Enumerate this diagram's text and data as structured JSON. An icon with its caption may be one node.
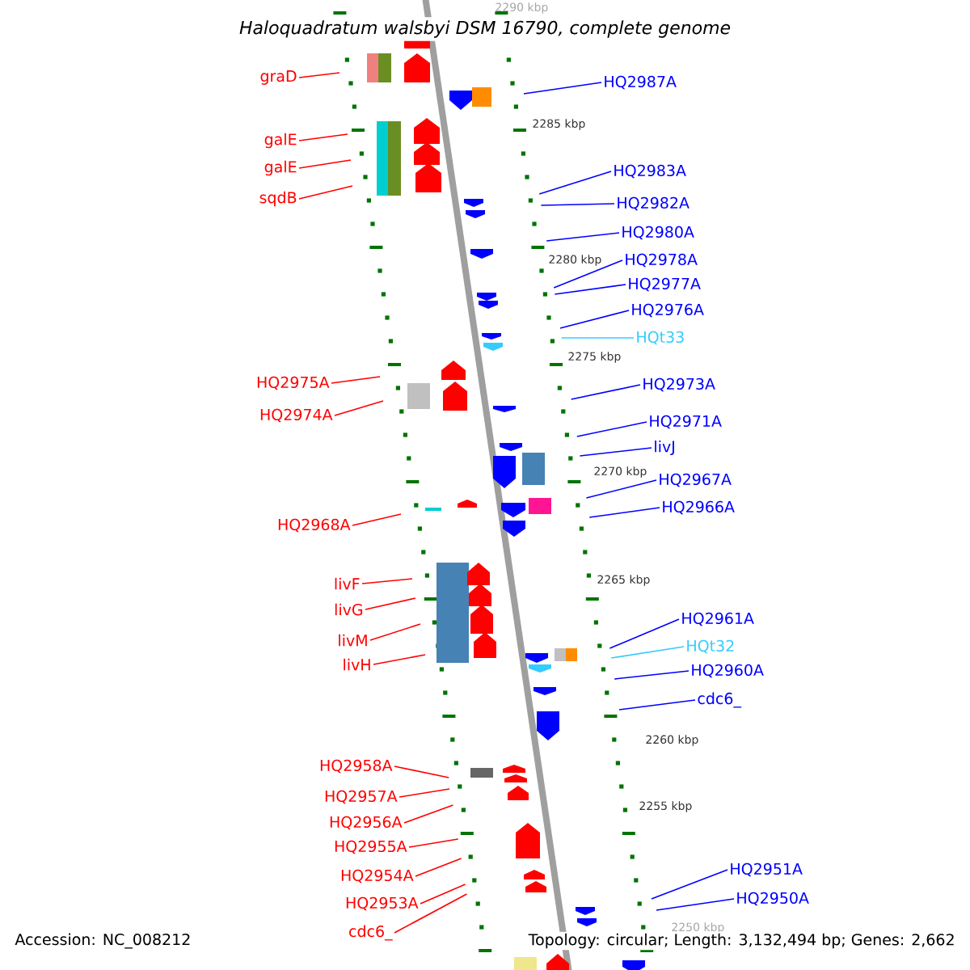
{
  "diagram": {
    "title": "Haloquadratum walsbyi DSM 16790, complete genome",
    "nodes": [
      {
        "text": [
          "graD"
        ]
      },
      {
        "text": [
          "galE"
        ]
      },
      {
        "text": [
          "galE"
        ]
      },
      {
        "text": [
          "sqdB"
        ]
      },
      {
        "text": [
          "HQ2975A"
        ]
      },
      {
        "text": [
          "HQ2974A"
        ]
      },
      {
        "text": [
          "HQ2968A"
        ]
      },
      {
        "text": [
          "livF"
        ]
      },
      {
        "text": [
          "livG"
        ]
      },
      {
        "text": [
          "livM"
        ]
      },
      {
        "text": [
          "livH"
        ]
      },
      {
        "text": [
          "HQ2958A"
        ]
      },
      {
        "text": [
          "HQ2957A"
        ]
      },
      {
        "text": [
          "HQ2956A"
        ]
      },
      {
        "text": [
          "HQ2955A"
        ]
      },
      {
        "text": [
          "HQ2954A"
        ]
      },
      {
        "text": [
          "HQ2953A"
        ]
      },
      {
        "text": [
          "cdc6_"
        ]
      },
      {
        "text": [
          "HQ2987A"
        ]
      },
      {
        "text": [
          "HQ2983A"
        ]
      },
      {
        "text": [
          "HQ2982A"
        ]
      },
      {
        "text": [
          "HQ2980A"
        ]
      },
      {
        "text": [
          "HQ2978A"
        ]
      },
      {
        "text": [
          "HQ2977A"
        ]
      },
      {
        "text": [
          "HQ2976A"
        ]
      },
      {
        "text": [
          "HQt33"
        ]
      },
      {
        "text": [
          "HQ2973A"
        ]
      },
      {
        "text": [
          "HQ2971A"
        ]
      },
      {
        "text": [
          "livJ"
        ]
      },
      {
        "text": [
          "HQ2967A"
        ]
      },
      {
        "text": [
          "HQ2966A"
        ]
      },
      {
        "text": [
          "HQ2961A"
        ]
      },
      {
        "text": [
          "HQt32"
        ]
      },
      {
        "text": [
          "HQ2960A"
        ]
      },
      {
        "text": [
          "cdc6_"
        ]
      },
      {
        "text": [
          "HQ2951A"
        ]
      },
      {
        "text": [
          "HQ2950A"
        ]
      }
    ],
    "edges": [
      {
        "from": 0,
        "to": null,
        "arrow": "none",
        "color": "#ff0000"
      },
      {
        "from": 1,
        "to": null,
        "arrow": "none",
        "color": "#ff0000"
      },
      {
        "from": 2,
        "to": null,
        "arrow": "none",
        "color": "#ff0000"
      },
      {
        "from": 3,
        "to": null,
        "arrow": "none",
        "color": "#ff0000"
      },
      {
        "from": 4,
        "to": null,
        "arrow": "none",
        "color": "#ff0000"
      },
      {
        "from": 5,
        "to": null,
        "arrow": "none",
        "color": "#ff0000"
      },
      {
        "from": 6,
        "to": null,
        "arrow": "none",
        "color": "#ff0000"
      },
      {
        "from": 7,
        "to": null,
        "arrow": "none",
        "color": "#ff0000"
      },
      {
        "from": 8,
        "to": null,
        "arrow": "none",
        "color": "#ff0000"
      },
      {
        "from": 9,
        "to": null,
        "arrow": "none",
        "color": "#ff0000"
      },
      {
        "from": 10,
        "to": null,
        "arrow": "none",
        "color": "#ff0000"
      },
      {
        "from": 11,
        "to": null,
        "arrow": "none",
        "color": "#ff0000"
      },
      {
        "from": 12,
        "to": null,
        "arrow": "none",
        "color": "#ff0000"
      },
      {
        "from": 13,
        "to": null,
        "arrow": "none",
        "color": "#ff0000"
      },
      {
        "from": 14,
        "to": null,
        "arrow": "none",
        "color": "#ff0000"
      },
      {
        "from": 15,
        "to": null,
        "arrow": "none",
        "color": "#ff0000"
      },
      {
        "from": 16,
        "to": null,
        "arrow": "none",
        "color": "#ff0000"
      },
      {
        "from": 17,
        "to": null,
        "arrow": "none",
        "color": "#ff0000"
      },
      {
        "from": 18,
        "to": null,
        "arrow": "none",
        "color": "#0000ff"
      },
      {
        "from": 19,
        "to": null,
        "arrow": "none",
        "color": "#0000ff"
      },
      {
        "from": 20,
        "to": null,
        "arrow": "none",
        "color": "#0000ff"
      },
      {
        "from": 21,
        "to": null,
        "arrow": "none",
        "color": "#0000ff"
      },
      {
        "from": 22,
        "to": null,
        "arrow": "none",
        "color": "#0000ff"
      },
      {
        "from": 23,
        "to": null,
        "arrow": "none",
        "color": "#0000ff"
      },
      {
        "from": 24,
        "to": null,
        "arrow": "none",
        "color": "#0000ff"
      },
      {
        "from": 25,
        "to": null,
        "arrow": "none",
        "color": "#33ccff"
      },
      {
        "from": 26,
        "to": null,
        "arrow": "none",
        "color": "#0000ff"
      },
      {
        "from": 27,
        "to": null,
        "arrow": "none",
        "color": "#0000ff"
      },
      {
        "from": 28,
        "to": null,
        "arrow": "none",
        "color": "#0000ff"
      },
      {
        "from": 29,
        "to": null,
        "arrow": "none",
        "color": "#0000ff"
      },
      {
        "from": 30,
        "to": null,
        "arrow": "none",
        "color": "#0000ff"
      },
      {
        "from": 31,
        "to": null,
        "arrow": "none",
        "color": "#0000ff"
      },
      {
        "from": 32,
        "to": null,
        "arrow": "none",
        "color": "#33ccff"
      },
      {
        "from": 33,
        "to": null,
        "arrow": "none",
        "color": "#0000ff"
      },
      {
        "from": 34,
        "to": null,
        "arrow": "none",
        "color": "#0000ff"
      },
      {
        "from": 35,
        "to": null,
        "arrow": "none",
        "color": "#0000ff"
      },
      {
        "from": 36,
        "to": null,
        "arrow": "none",
        "color": "#0000ff"
      }
    ],
    "labels": [
      "2290 kbp",
      "2285 kbp",
      "2280 kbp",
      "2275 kbp",
      "2270 kbp",
      "2265 kbp",
      "2260 kbp",
      "2255 kbp",
      "2250 kbp",
      "Accession: NC_008212",
      "Topology: circular; Length: 3,132,494 bp; Genes: 2,662"
    ]
  }
}
